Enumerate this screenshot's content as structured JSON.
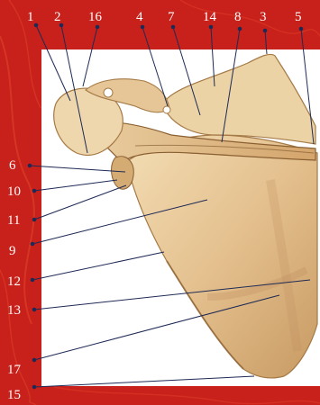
{
  "figure": {
    "labels": [
      {
        "id": "1",
        "text": "1"
      },
      {
        "id": "2",
        "text": "2"
      },
      {
        "id": "16",
        "text": "16"
      },
      {
        "id": "4",
        "text": "4"
      },
      {
        "id": "7",
        "text": "7"
      },
      {
        "id": "14",
        "text": "14"
      },
      {
        "id": "8",
        "text": "8"
      },
      {
        "id": "3",
        "text": "3"
      },
      {
        "id": "5",
        "text": "5"
      },
      {
        "id": "6",
        "text": "6"
      },
      {
        "id": "10",
        "text": "10"
      },
      {
        "id": "11",
        "text": "11"
      },
      {
        "id": "9",
        "text": "9"
      },
      {
        "id": "12",
        "text": "12"
      },
      {
        "id": "13",
        "text": "13"
      },
      {
        "id": "17",
        "text": "17"
      },
      {
        "id": "15",
        "text": "15"
      }
    ]
  },
  "colors": {
    "background_red": "#c8201a",
    "panel": "#ffffff",
    "bone_light": "#ecd3a6",
    "bone_mid": "#d9b27c",
    "bone_shadow": "#a57a46",
    "leader_line": "#1e2a55"
  }
}
